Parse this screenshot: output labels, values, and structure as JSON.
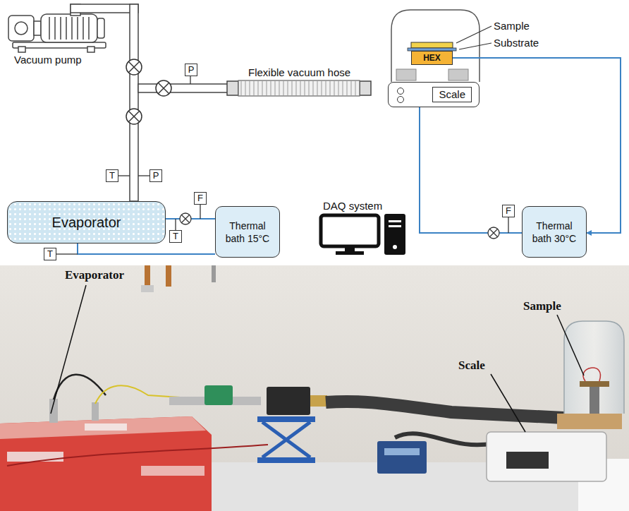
{
  "diagram": {
    "nodes": [
      {
        "text": [
          "P"
        ]
      },
      {
        "text": [
          "HEX"
        ]
      },
      {
        "text": [
          "Scale"
        ]
      },
      {
        "text": [
          "T"
        ]
      },
      {
        "text": [
          "P"
        ]
      },
      {
        "text": [
          "F"
        ]
      },
      {
        "text": [
          "Evaporator"
        ]
      },
      {
        "text": [
          "Thermal bath 15°C"
        ]
      },
      {
        "text": [
          "T"
        ]
      },
      {
        "text": [
          "T"
        ]
      },
      {
        "text": [
          "F"
        ]
      },
      {
        "text": [
          "Thermal bath 30°C"
        ]
      }
    ],
    "edges": [
      {
        "from": 6,
        "to": 7,
        "arrow": "none"
      },
      {
        "from": 7,
        "to": 6,
        "arrow": "none"
      },
      {
        "from": 1,
        "to": 11,
        "arrow": "to"
      },
      {
        "from": 11,
        "to": 2,
        "arrow": "none"
      }
    ],
    "labels": [
      "Vacuum pump",
      "Flexible vacuum hose",
      "Sample",
      "Substrate",
      "DAQ system",
      "Evaporator",
      "Sample",
      "Scale"
    ]
  }
}
